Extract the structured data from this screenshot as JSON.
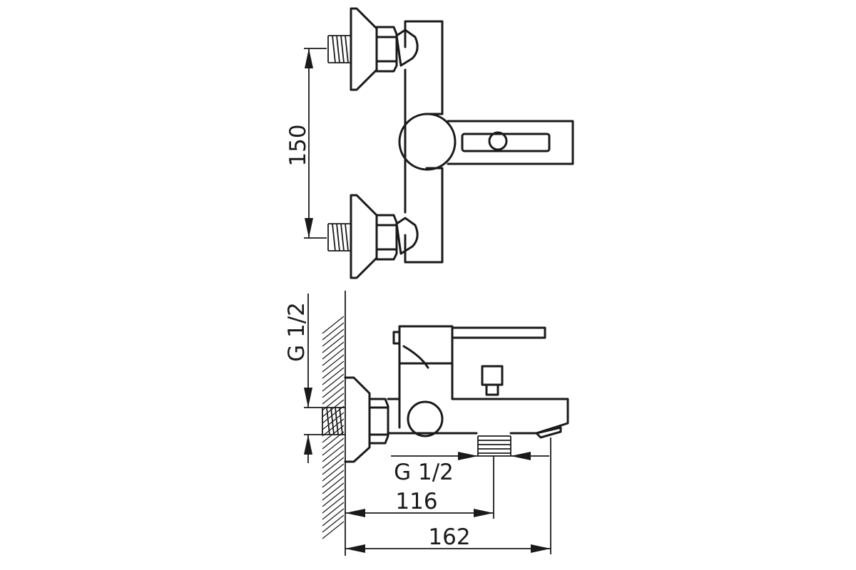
{
  "dimensions": {
    "inlet_spacing": "150",
    "inlet_thread": "G 1/2",
    "outlet_thread": "G 1/2",
    "outlet_distance": "116",
    "total_depth": "162"
  }
}
